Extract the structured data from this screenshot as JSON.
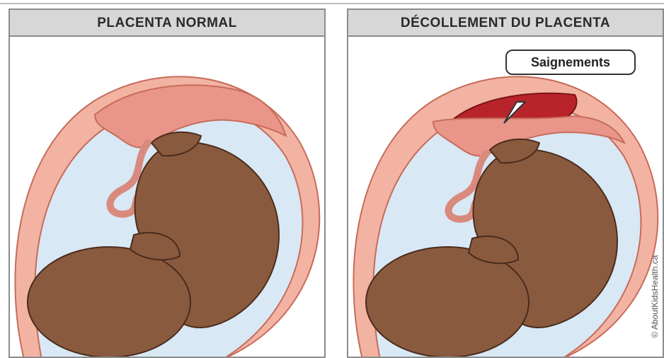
{
  "left_panel": {
    "title": "PLACENTA NORMAL"
  },
  "right_panel": {
    "title": "DÉCOLLEMENT DU PLACENTA",
    "callout_label": "Saignements"
  },
  "credit": "© AboutKidsHealth.ca",
  "colors": {
    "uterus_wall": "#f2b3a3",
    "uterus_outline": "#c86b5a",
    "amniotic_fluid": "#d8e8f4",
    "placenta": "#e9958a",
    "fetus": "#8a5a3f",
    "fetus_outline": "#4a2c1c",
    "bleeding": "#b8242a",
    "header_bg": "#d7d7d7"
  }
}
